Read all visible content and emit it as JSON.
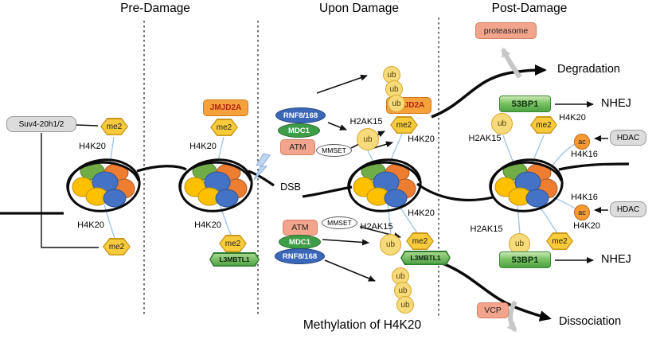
{
  "sections": {
    "pre": {
      "title": "Pre-Damage"
    },
    "upon": {
      "title": "Upon Damage"
    },
    "post": {
      "title": "Post-Damage"
    }
  },
  "caption": "Methylation of H4K20",
  "proteins": {
    "suv420": "Suv4-20h1/2",
    "jmjd2a": "JMJD2A",
    "rnf8_168": "RNF8/168",
    "mdc1": "MDC1",
    "atm": "ATM",
    "mmset": "MMSET",
    "l3mbtl1": "L3MBTL1",
    "proteasome": "proteasome",
    "p53bp1": "53BP1",
    "hdac": "HDAC",
    "vcp": "VCP"
  },
  "marks": {
    "me2": "me2",
    "ub": "ub",
    "ac": "ac"
  },
  "residues": {
    "h4k20": "H4K20",
    "h2ak15": "H2AK15",
    "h4k16": "H4K16"
  },
  "annotations": {
    "dsb": "DSB",
    "degradation": "Degradation",
    "nhej": "NHEJ",
    "dissociation": "Dissociation"
  }
}
